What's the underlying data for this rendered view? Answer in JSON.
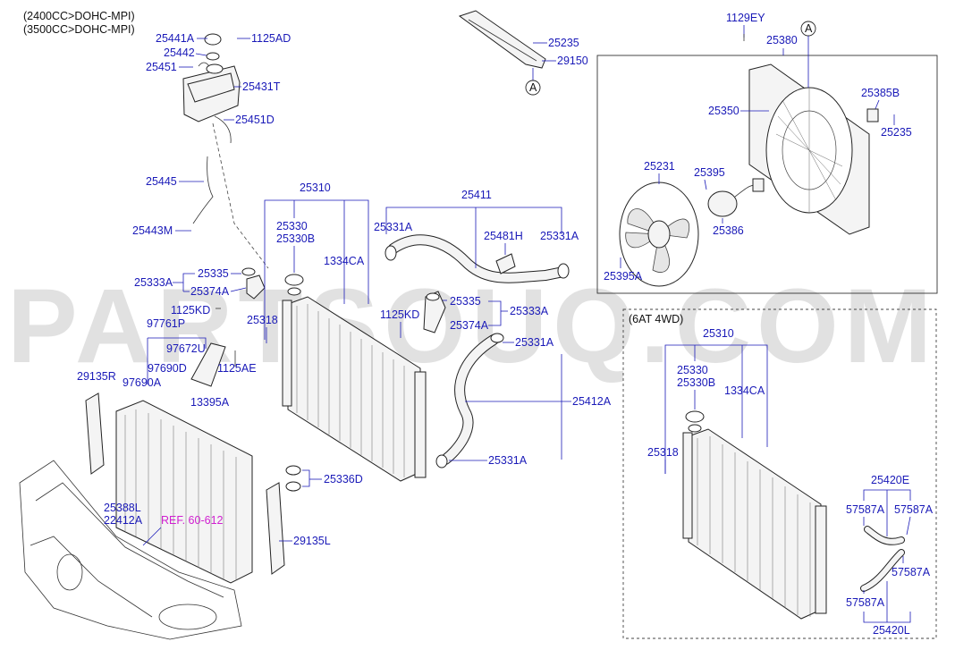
{
  "header": {
    "line1": "(2400CC>DOHC-MPI)",
    "line2": "(3500CC>DOHC-MPI)"
  },
  "watermark": "PARTSOUQ.COM",
  "inset_title": "(6AT 4WD)",
  "ref_label": "REF. 60-612",
  "callout": "A",
  "labels": {
    "p25441A": "25441A",
    "p1125AD": "1125AD",
    "p25442": "25442",
    "p25451": "25451",
    "p25431T": "25431T",
    "p25451D": "25451D",
    "p25445": "25445",
    "p25443M": "25443M",
    "p25333A_l": "25333A",
    "p25335_l": "25335",
    "p25374A_l": "25374A",
    "p1125KD_l": "1125KD",
    "p97761P": "97761P",
    "p25318": "25318",
    "p97672U": "97672U",
    "p97690D": "97690D",
    "p1125AE": "1125AE",
    "p97690A": "97690A",
    "p13395A": "13395A",
    "p29135R": "29135R",
    "p25388L": "25388L",
    "p22412A": "22412A",
    "p29135L": "29135L",
    "p25310": "25310",
    "p25330": "25330",
    "p25330B": "25330B",
    "p1334CA": "1334CA",
    "p25411": "25411",
    "p25331A_1": "25331A",
    "p25481H": "25481H",
    "p25331A_2": "25331A",
    "p25335_m": "25335",
    "p25333A_m": "25333A",
    "p1125KD_m": "1125KD",
    "p25374A_m": "25374A",
    "p25331A_3": "25331A",
    "p25412A": "25412A",
    "p25331A_4": "25331A",
    "p25336D": "25336D",
    "p25235_t": "25235",
    "p29150": "29150",
    "p1129EY": "1129EY",
    "p25380": "25380",
    "p25385B": "25385B",
    "p25350": "25350",
    "p25235_r": "25235",
    "p25231": "25231",
    "p25395": "25395",
    "p25386": "25386",
    "p25395A": "25395A",
    "i25310": "25310",
    "i25330": "25330",
    "i25330B": "25330B",
    "i1334CA": "1334CA",
    "i25318": "25318",
    "i25420E": "25420E",
    "i57587A_1": "57587A",
    "i57587A_2": "57587A",
    "i57587A_3": "57587A",
    "i57587A_4": "57587A",
    "i25420L": "25420L"
  }
}
